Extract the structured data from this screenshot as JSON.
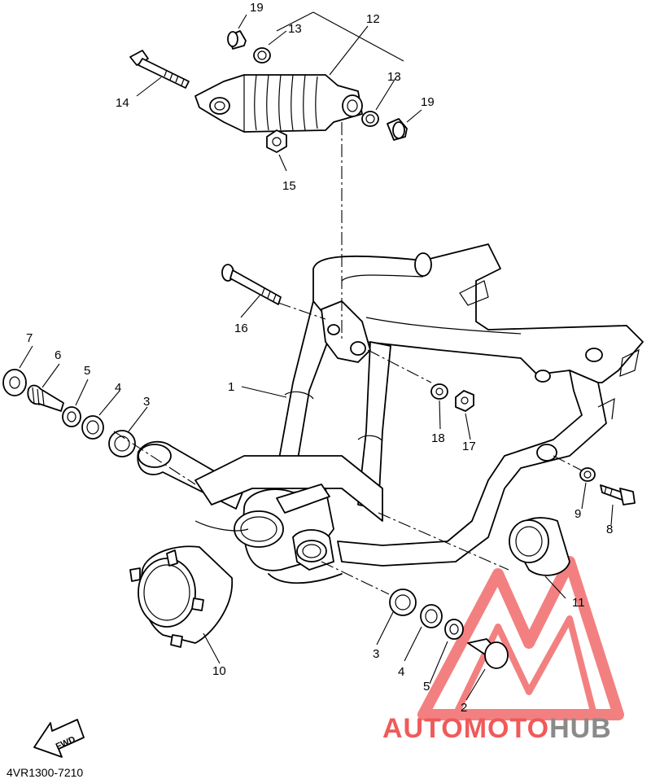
{
  "callouts": [
    {
      "id": "c1",
      "text": "1"
    },
    {
      "id": "c2",
      "text": "2"
    },
    {
      "id": "c3a",
      "text": "3"
    },
    {
      "id": "c3b",
      "text": "3"
    },
    {
      "id": "c4a",
      "text": "4"
    },
    {
      "id": "c4b",
      "text": "4"
    },
    {
      "id": "c5a",
      "text": "5"
    },
    {
      "id": "c5b",
      "text": "5"
    },
    {
      "id": "c6",
      "text": "6"
    },
    {
      "id": "c7",
      "text": "7"
    },
    {
      "id": "c8",
      "text": "8"
    },
    {
      "id": "c9",
      "text": "9"
    },
    {
      "id": "c10",
      "text": "10"
    },
    {
      "id": "c11",
      "text": "11"
    },
    {
      "id": "c12",
      "text": "12"
    },
    {
      "id": "c13a",
      "text": "13"
    },
    {
      "id": "c13b",
      "text": "13"
    },
    {
      "id": "c14",
      "text": "14"
    },
    {
      "id": "c15",
      "text": "15"
    },
    {
      "id": "c16",
      "text": "16"
    },
    {
      "id": "c17",
      "text": "17"
    },
    {
      "id": "c18",
      "text": "18"
    },
    {
      "id": "c19a",
      "text": "19"
    },
    {
      "id": "c19b",
      "text": "19"
    }
  ],
  "diagram_code": "4VR1300-7210",
  "fwd_label": "FWD",
  "watermark": {
    "part1": "AUTOMOTO",
    "part2": "HUB",
    "color_red": "#f05a5a",
    "color_grey": "#8a8a8a"
  }
}
